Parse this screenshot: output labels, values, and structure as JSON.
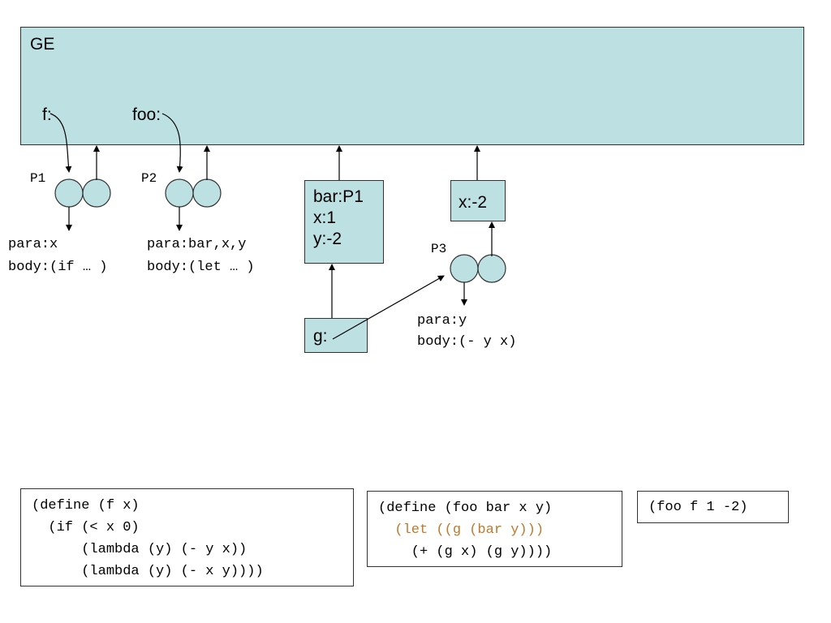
{
  "global_env": {
    "label": "GE",
    "bindings": [
      "f:",
      "foo:"
    ]
  },
  "procedures": [
    {
      "id": "P1",
      "params": "para:x",
      "body": "body:(if … )"
    },
    {
      "id": "P2",
      "params": "para:bar,x,y",
      "body": "body:(let … )"
    },
    {
      "id": "P3",
      "params": "para:y",
      "body": "body:(- y x)"
    }
  ],
  "frames": {
    "e1": [
      "bar:P1",
      "x:1",
      "y:-2"
    ],
    "e2": [
      "x:-2"
    ],
    "e3": [
      "g:"
    ]
  },
  "code_blocks": {
    "define_f": [
      "(define (f x)",
      "  (if (< x 0)",
      "      (lambda (y) (- y x))",
      "      (lambda (y) (- x y))))"
    ],
    "define_foo": [
      "(define (foo bar x y)",
      "  (let ((g (bar y)))",
      "    (+ (g x) (g y))))"
    ],
    "call": [
      "(foo f 1 -2)"
    ]
  },
  "colors": {
    "frame_fill": "#bde0e2",
    "highlight": "#c0782a",
    "stroke": "#000000"
  }
}
